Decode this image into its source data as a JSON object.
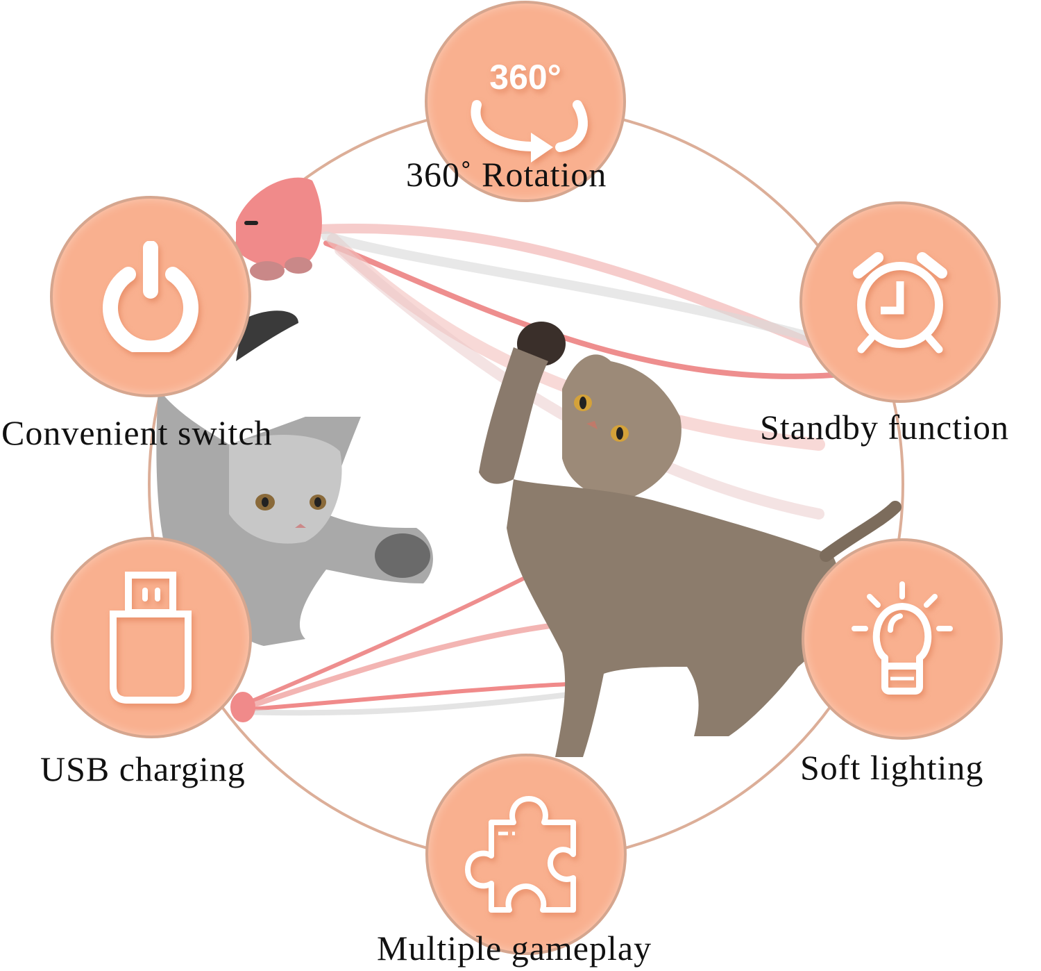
{
  "features": [
    {
      "id": "rotation",
      "label": "360˚  Rotation",
      "icon": "rotate-360-icon",
      "icon_text": "360°"
    },
    {
      "id": "switch",
      "label": "Convenient switch",
      "icon": "power-icon"
    },
    {
      "id": "standby",
      "label": "Standby function",
      "icon": "alarm-clock-icon"
    },
    {
      "id": "usb",
      "label": "USB charging",
      "icon": "usb-drive-icon"
    },
    {
      "id": "lighting",
      "label": "Soft lighting",
      "icon": "light-bulb-icon"
    },
    {
      "id": "gameplay",
      "label": "Multiple gameplay",
      "icon": "puzzle-piece-icon"
    }
  ],
  "colors": {
    "badge_fill": "#f9b08f",
    "badge_border": "#d5a68f",
    "ring": "#dcae98",
    "toy_pink": "#f08a8a",
    "text": "#111111"
  }
}
